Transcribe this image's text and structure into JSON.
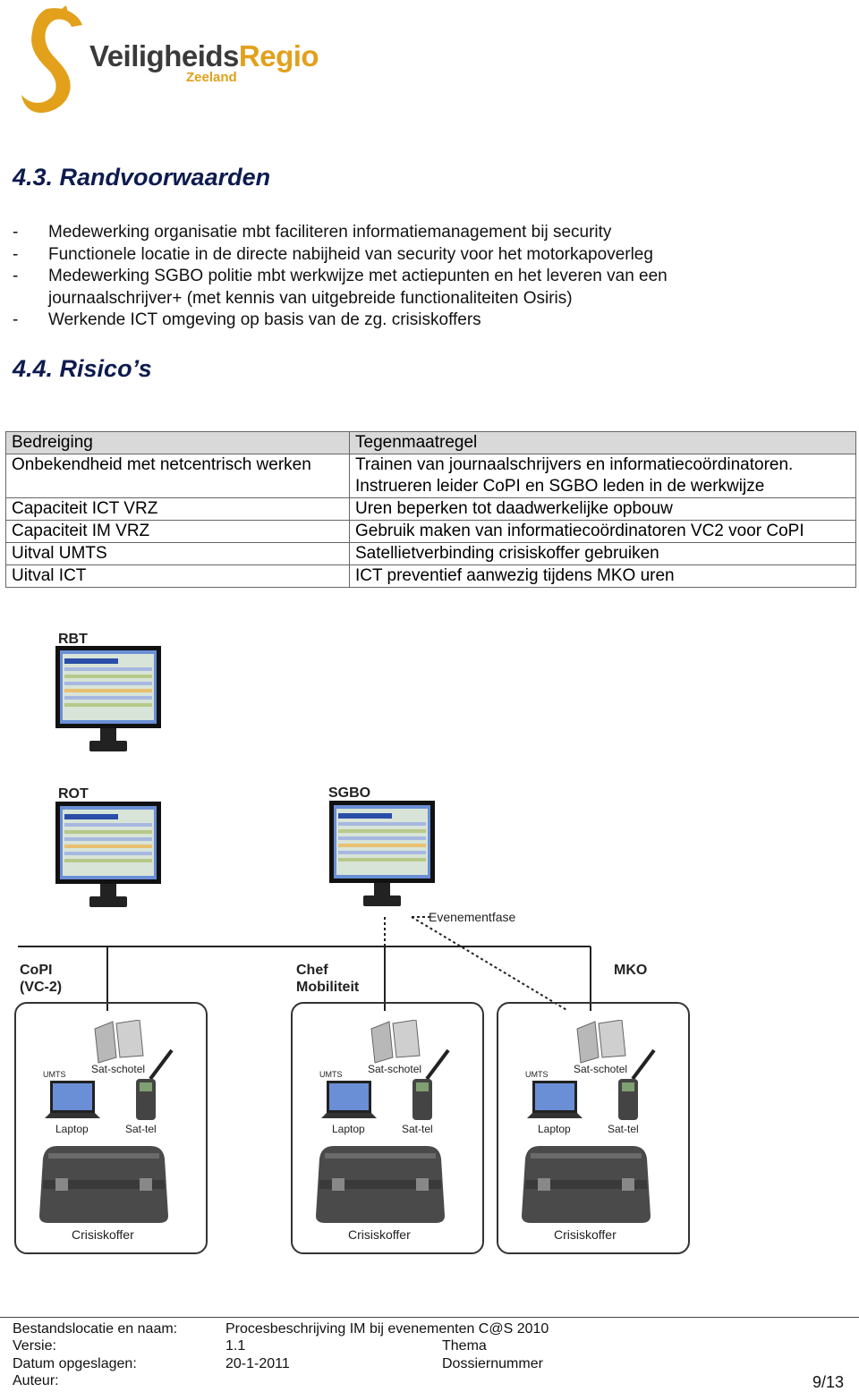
{
  "logo": {
    "name_part1": "Veiligheids",
    "name_part2": "Regio",
    "region": "Zeeland"
  },
  "section_43": {
    "title": "4.3. Randvoorwaarden",
    "bullets": [
      {
        "dash": "-",
        "text": "Medewerking organisatie mbt faciliteren informatiemanagement bij security"
      },
      {
        "dash": "-",
        "text": "Functionele locatie in de directe nabijheid van security voor het motorkapoverleg"
      },
      {
        "dash": "-",
        "text": "Medewerking SGBO politie mbt werkwijze met actiepunten en het leveren van een journaalschrijver+ (met kennis van uitgebreide functionaliteiten Osiris)"
      },
      {
        "dash": "-",
        "text": "Werkende ICT omgeving op basis van de zg. crisiskoffers"
      }
    ]
  },
  "section_44": {
    "title": "4.4. Risico’s",
    "table": {
      "headers": [
        "Bedreiging",
        "Tegenmaatregel"
      ],
      "rows": [
        [
          "Onbekendheid met netcentrisch werken",
          "Trainen van journaalschrijvers en informatiecoördinatoren. Instrueren leider CoPI en SGBO leden in de werkwijze"
        ],
        [
          "Capaciteit ICT VRZ",
          "Uren beperken tot daadwerkelijke opbouw"
        ],
        [
          "Capaciteit IM VRZ",
          "Gebruik maken van informatiecoördinatoren VC2 voor CoPI"
        ],
        [
          "Uitval UMTS",
          "Satellietverbinding crisiskoffer gebruiken"
        ],
        [
          "Uitval ICT",
          "ICT preventief aanwezig tijdens MKO uren"
        ]
      ]
    }
  },
  "diagram": {
    "rbt": "RBT",
    "rot": "ROT",
    "sgbo": "SGBO",
    "evenementfase": "Evenementfase",
    "copi_line1": "CoPI",
    "copi_line2": "(VC-2)",
    "chef_line1": "Chef",
    "chef_line2": "Mobiliteit",
    "mko": "MKO",
    "box": {
      "umts": "UMTS",
      "sat_schotel": "Sat-schotel",
      "laptop": "Laptop",
      "sat_tel": "Sat-tel",
      "crisiskoffer": "Crisiskoffer"
    }
  },
  "footer": {
    "bestandslocatie_label": "Bestandslocatie en naam:",
    "bestandslocatie_value": "Procesbeschrijving IM bij evenementen C@S 2010",
    "versie_label": "Versie:",
    "versie_value": "1.1",
    "thema_label": "Thema",
    "datum_label": "Datum opgeslagen:",
    "datum_value": "20-1-2011",
    "dossier_label": "Dossiernummer",
    "auteur_label": "Auteur:",
    "page": "9/13"
  },
  "colors": {
    "brand_orange": "#e2a01b",
    "brand_grey": "#3a3a3a",
    "heading_navy": "#0d1b4f",
    "table_header": "#d9d9d9"
  }
}
